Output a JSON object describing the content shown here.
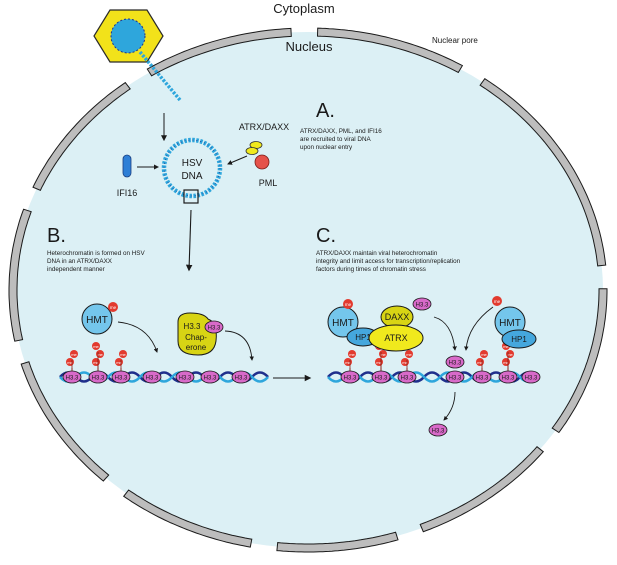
{
  "labels": {
    "cytoplasm": "Cytoplasm",
    "nucleus": "Nucleus",
    "nuclear_pore": "Nuclear pore"
  },
  "panel_a": {
    "letter": "A.",
    "text_lines": [
      "ATRX/DAXX, PML, and IFI16",
      "are recruited to viral DNA",
      "upon nuclear entry"
    ],
    "atrx_daxx": "ATRX/DAXX",
    "pml": "PML",
    "ifi16": "IFI16",
    "hsv_dna_line1": "HSV",
    "hsv_dna_line2": "DNA"
  },
  "panel_b": {
    "letter": "B.",
    "text_lines": [
      "Heterochromatin is formed on HSV",
      "DNA in an ATRX/DAXX",
      "independent manner"
    ],
    "hmt": "HMT",
    "chaperone_line1": "H3.3",
    "chaperone_line2": "Chap-",
    "chaperone_line3": "erone",
    "h33": "H3.3"
  },
  "panel_c": {
    "letter": "C.",
    "text_lines": [
      "ATRX/DAXX maintain viral heterochromatin",
      "integrity and limit access for transcription/replication",
      "factors during times of chromatin stress"
    ],
    "hmt": "HMT",
    "hp1": "HP1",
    "atrx": "ATRX",
    "daxx": "DAXX",
    "h33": "H3.3"
  },
  "marks": {
    "me": "me"
  },
  "colors": {
    "nucleus_fill": "#dcf0f5",
    "envelope": "#b9b9b9",
    "dna_blue": "#2ea6dc",
    "dna_dark": "#1f2f8c",
    "hmt_blue": "#74c6ec",
    "hp1_blue": "#45a7dd",
    "h33_pink": "#d86ac9",
    "me_red": "#e23a2e",
    "chaperone": "#d8d414",
    "atrx_yellow": "#f0e91d",
    "pml_red": "#e5524a",
    "capsid": "#f2e21a"
  }
}
